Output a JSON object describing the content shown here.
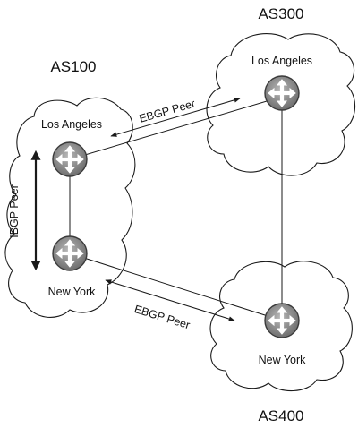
{
  "domains": {
    "as100": {
      "name": "AS100"
    },
    "as300": {
      "name": "AS300"
    },
    "as400": {
      "name": "AS400"
    }
  },
  "routers": {
    "as100_la": {
      "label": "Los Angeles"
    },
    "as100_ny": {
      "label": "New York"
    },
    "as300_la": {
      "label": "Los Angeles"
    },
    "as400_ny": {
      "label": "New York"
    }
  },
  "sessions": {
    "ebgp_top": {
      "label": "EBGP Peer"
    },
    "ebgp_bottom": {
      "label": "EBGP Peer"
    },
    "ibgp": {
      "label": "IBGP Peer"
    }
  },
  "colors": {
    "router_fill_center": "#b8b8b8",
    "router_fill_edge": "#6e6e6e",
    "line": "#1a1a1a"
  }
}
